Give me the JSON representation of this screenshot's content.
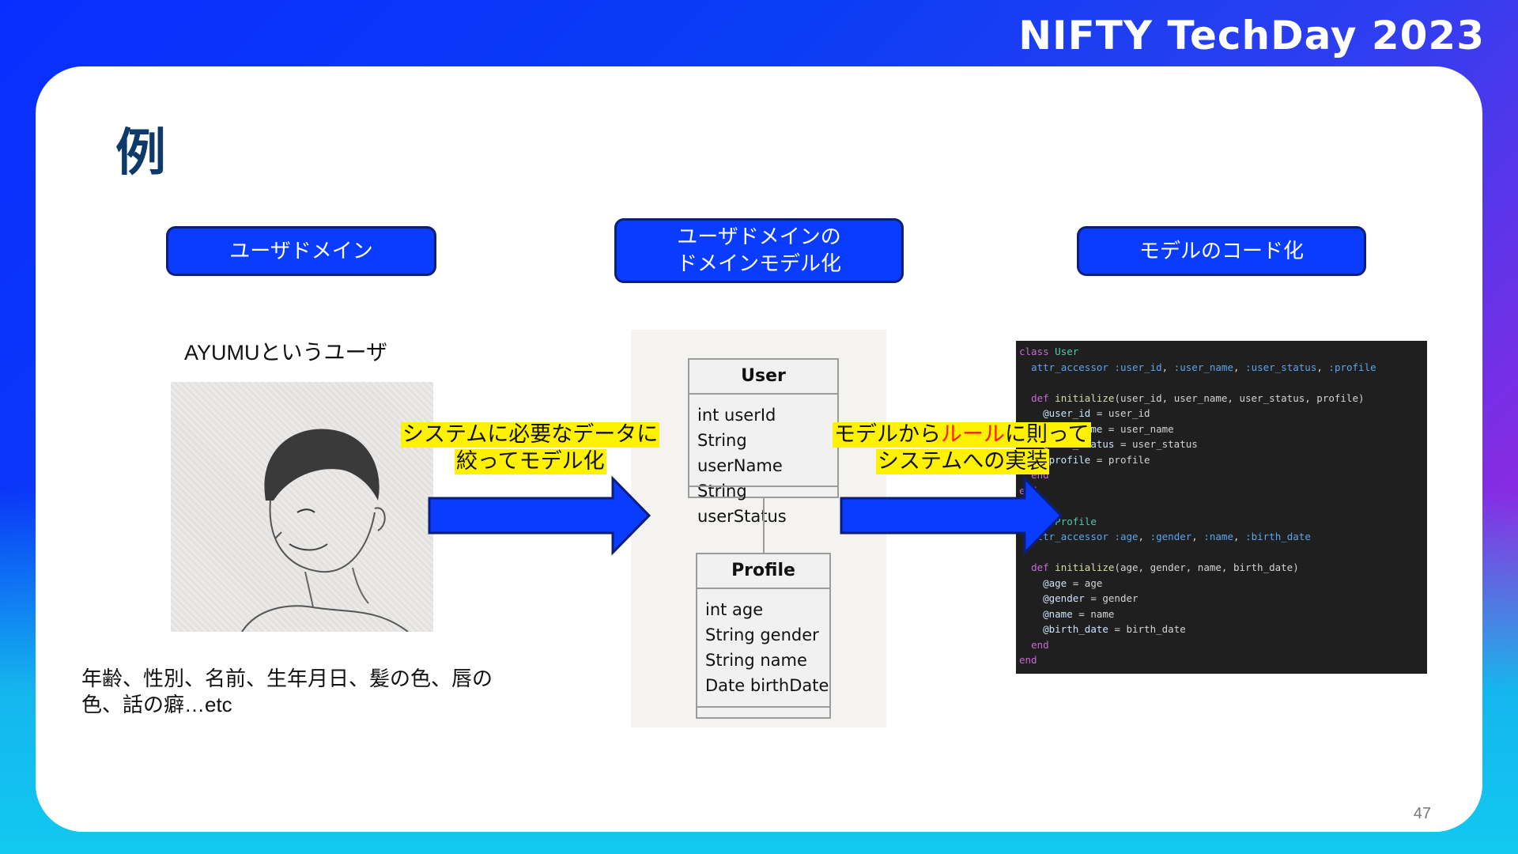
{
  "brand": "NIFTY TechDay 2023",
  "slide_title": "例",
  "steps": [
    {
      "label": "ユーザドメイン"
    },
    {
      "label": "ユーザドメインの\nドメインモデル化"
    },
    {
      "label": "モデルのコード化"
    }
  ],
  "user_label": "AYUMUというユーザ",
  "attributes_text": "年齢、性別、名前、生年月日、髪の色、唇の色、話の癖…etc",
  "arrow1_label_line1": "システムに必要なデータに",
  "arrow1_label_line2": "絞ってモデル化",
  "arrow2_label_pre": "モデルから",
  "arrow2_label_red": "ルール",
  "arrow2_label_post": "に則って",
  "arrow2_label_line2": "システムへの実装",
  "uml": {
    "user": {
      "name": "User",
      "attrs": [
        "int userId",
        "String userName",
        "String userStatus"
      ]
    },
    "profile": {
      "name": "Profile",
      "attrs": [
        "int age",
        "String gender",
        "String name",
        "Date birthDate"
      ]
    }
  },
  "code_lines": [
    "class User",
    "  attr_accessor :user_id, :user_name, :user_status, :profile",
    "",
    "  def initialize(user_id, user_name, user_status, profile)",
    "    @user_id = user_id",
    "    @user_name = user_name",
    "    @user_status = user_status",
    "    @profile = profile",
    "  end",
    "end",
    "",
    "class Profile",
    "  attr_accessor :age, :gender, :name, :birth_date",
    "",
    "  def initialize(age, gender, name, birth_date)",
    "    @age = age",
    "    @gender = gender",
    "    @name = name",
    "    @birth_date = birth_date",
    "  end",
    "end"
  ],
  "page_number": "47",
  "colors": {
    "accent": "#0a3cff",
    "highlight": "#fff200",
    "rule_red": "#ff1a1a",
    "title": "#0e3a6b"
  }
}
